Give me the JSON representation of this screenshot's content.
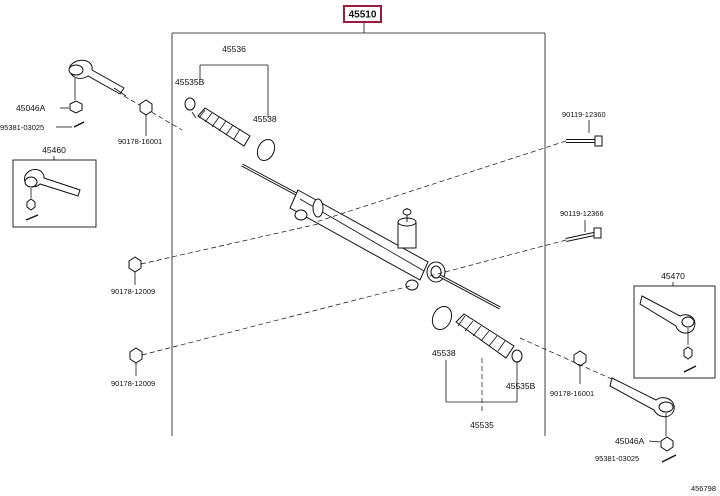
{
  "diagram": {
    "main_assembly_number": "45510",
    "highlight_color": "#9b1b3a",
    "labels": {
      "p45536": "45536",
      "p45535b_top": "45535B",
      "p45538_top": "45538",
      "p45046a_top": "45046A",
      "p95381_top": "95381-03025",
      "p90178_16001_top": "90178-16001",
      "p45460": "45460",
      "p90119_12360": "90119-12360",
      "p90119_12366": "90119-12366",
      "p90178_12009_a": "90178-12009",
      "p90178_12009_b": "90178-12009",
      "p45470": "45470",
      "p45538_bottom": "45538",
      "p45535b_bottom": "45535B",
      "p45535": "45535",
      "p90178_16001_bottom": "90178-16001",
      "p45046a_bottom": "45046A",
      "p95381_bottom": "95381-03025",
      "drawing_ref": "456798"
    }
  }
}
